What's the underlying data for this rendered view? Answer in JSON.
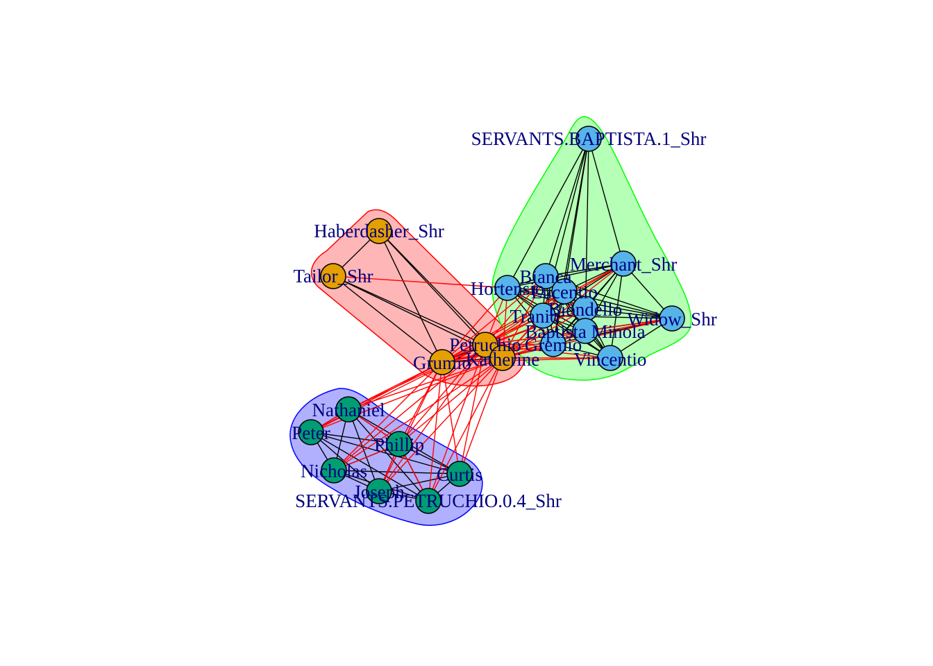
{
  "colors": {
    "group_orange": "#E69F00",
    "group_blue": "#56B4E9",
    "group_green": "#009E73",
    "hull_red_fill": "#FFB6B6",
    "hull_red_stroke": "#FF0000",
    "hull_green_fill": "#B6FFB6",
    "hull_green_stroke": "#00FF00",
    "hull_blue_fill": "#B0B0FF",
    "hull_blue_stroke": "#0000FF",
    "edge_within": "#000000",
    "edge_between": "#FF0000",
    "label": "#00007F"
  },
  "nodes": {
    "servants_baptista": {
      "label": "SERVANTS.BAPTISTA.1_Shr",
      "group": "blue"
    },
    "haberdasher": {
      "label": "Haberdasher_Shr",
      "group": "orange"
    },
    "tailor": {
      "label": "Tailor_Shr",
      "group": "orange"
    },
    "petruchio": {
      "label": "Petruchio",
      "group": "orange"
    },
    "katherine": {
      "label": "Katherine",
      "group": "orange"
    },
    "grumio": {
      "label": "Grumio",
      "group": "orange"
    },
    "merchant": {
      "label": "Merchant_Shr",
      "group": "blue"
    },
    "bianca": {
      "label": "Bianca",
      "group": "blue"
    },
    "hortensio": {
      "label": "Hortensio",
      "group": "blue"
    },
    "lucentio": {
      "label": "Lucentio",
      "group": "blue"
    },
    "biondello": {
      "label": "Biondello",
      "group": "blue"
    },
    "tranio": {
      "label": "Tranio",
      "group": "blue"
    },
    "widow": {
      "label": "Widow_Shr",
      "group": "blue"
    },
    "baptista": {
      "label": "Baptista Minola",
      "group": "blue"
    },
    "gremio": {
      "label": "Gremio",
      "group": "blue"
    },
    "vincentio": {
      "label": "Vincentio",
      "group": "blue"
    },
    "nathaniel": {
      "label": "Nathaniel",
      "group": "green"
    },
    "peter": {
      "label": "Peter",
      "group": "green"
    },
    "phillip": {
      "label": "Phillip",
      "group": "green"
    },
    "nicholas": {
      "label": "Nicholas",
      "group": "green"
    },
    "curtis": {
      "label": "Curtis",
      "group": "green"
    },
    "joseph": {
      "label": "Joseph",
      "group": "green"
    },
    "servants_petruchio": {
      "label": "SERVANTS.PETRUCHIO.0.4_Shr",
      "group": "green"
    }
  }
}
